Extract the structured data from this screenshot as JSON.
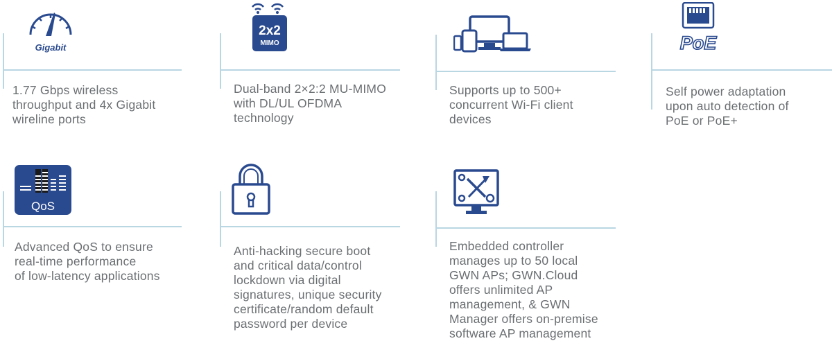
{
  "brand_color": "#2a4a8f",
  "line_color": "#b9d6e3",
  "text_color": "#6b6f72",
  "features": [
    {
      "icon": "speedometer-icon",
      "icon_label": "Gigabit",
      "text": "1.77 Gbps wireless\nthroughput and 4x Gigabit\nwireline ports"
    },
    {
      "icon": "mimo-icon",
      "icon_label_1": "2x2",
      "icon_label_2": "MIMO",
      "text": "Dual-band 2×2:2 MU-MIMO\nwith DL/UL OFDMA\ntechnology"
    },
    {
      "icon": "devices-icon",
      "text": "Supports up to 500+\nconcurrent Wi-Fi client\ndevices"
    },
    {
      "icon": "poe-icon",
      "icon_label": "PoE",
      "text": "Self power adaptation\nupon auto detection of\nPoE or PoE+"
    },
    {
      "icon": "qos-icon",
      "icon_label": "QoS",
      "text": "Advanced QoS to ensure\nreal-time performance\nof low-latency applications"
    },
    {
      "icon": "lock-icon",
      "text": "Anti-hacking secure boot\nand critical data/control\nlockdown via digital\nsignatures, unique security\ncertificate/random default\npassword per device"
    },
    {
      "icon": "controller-icon",
      "text": "Embedded controller\nmanages up to 50 local\nGWN APs; GWN.Cloud\noffers unlimited AP\nmanagement, & GWN\nManager offers on-premise\nsoftware AP management"
    }
  ]
}
